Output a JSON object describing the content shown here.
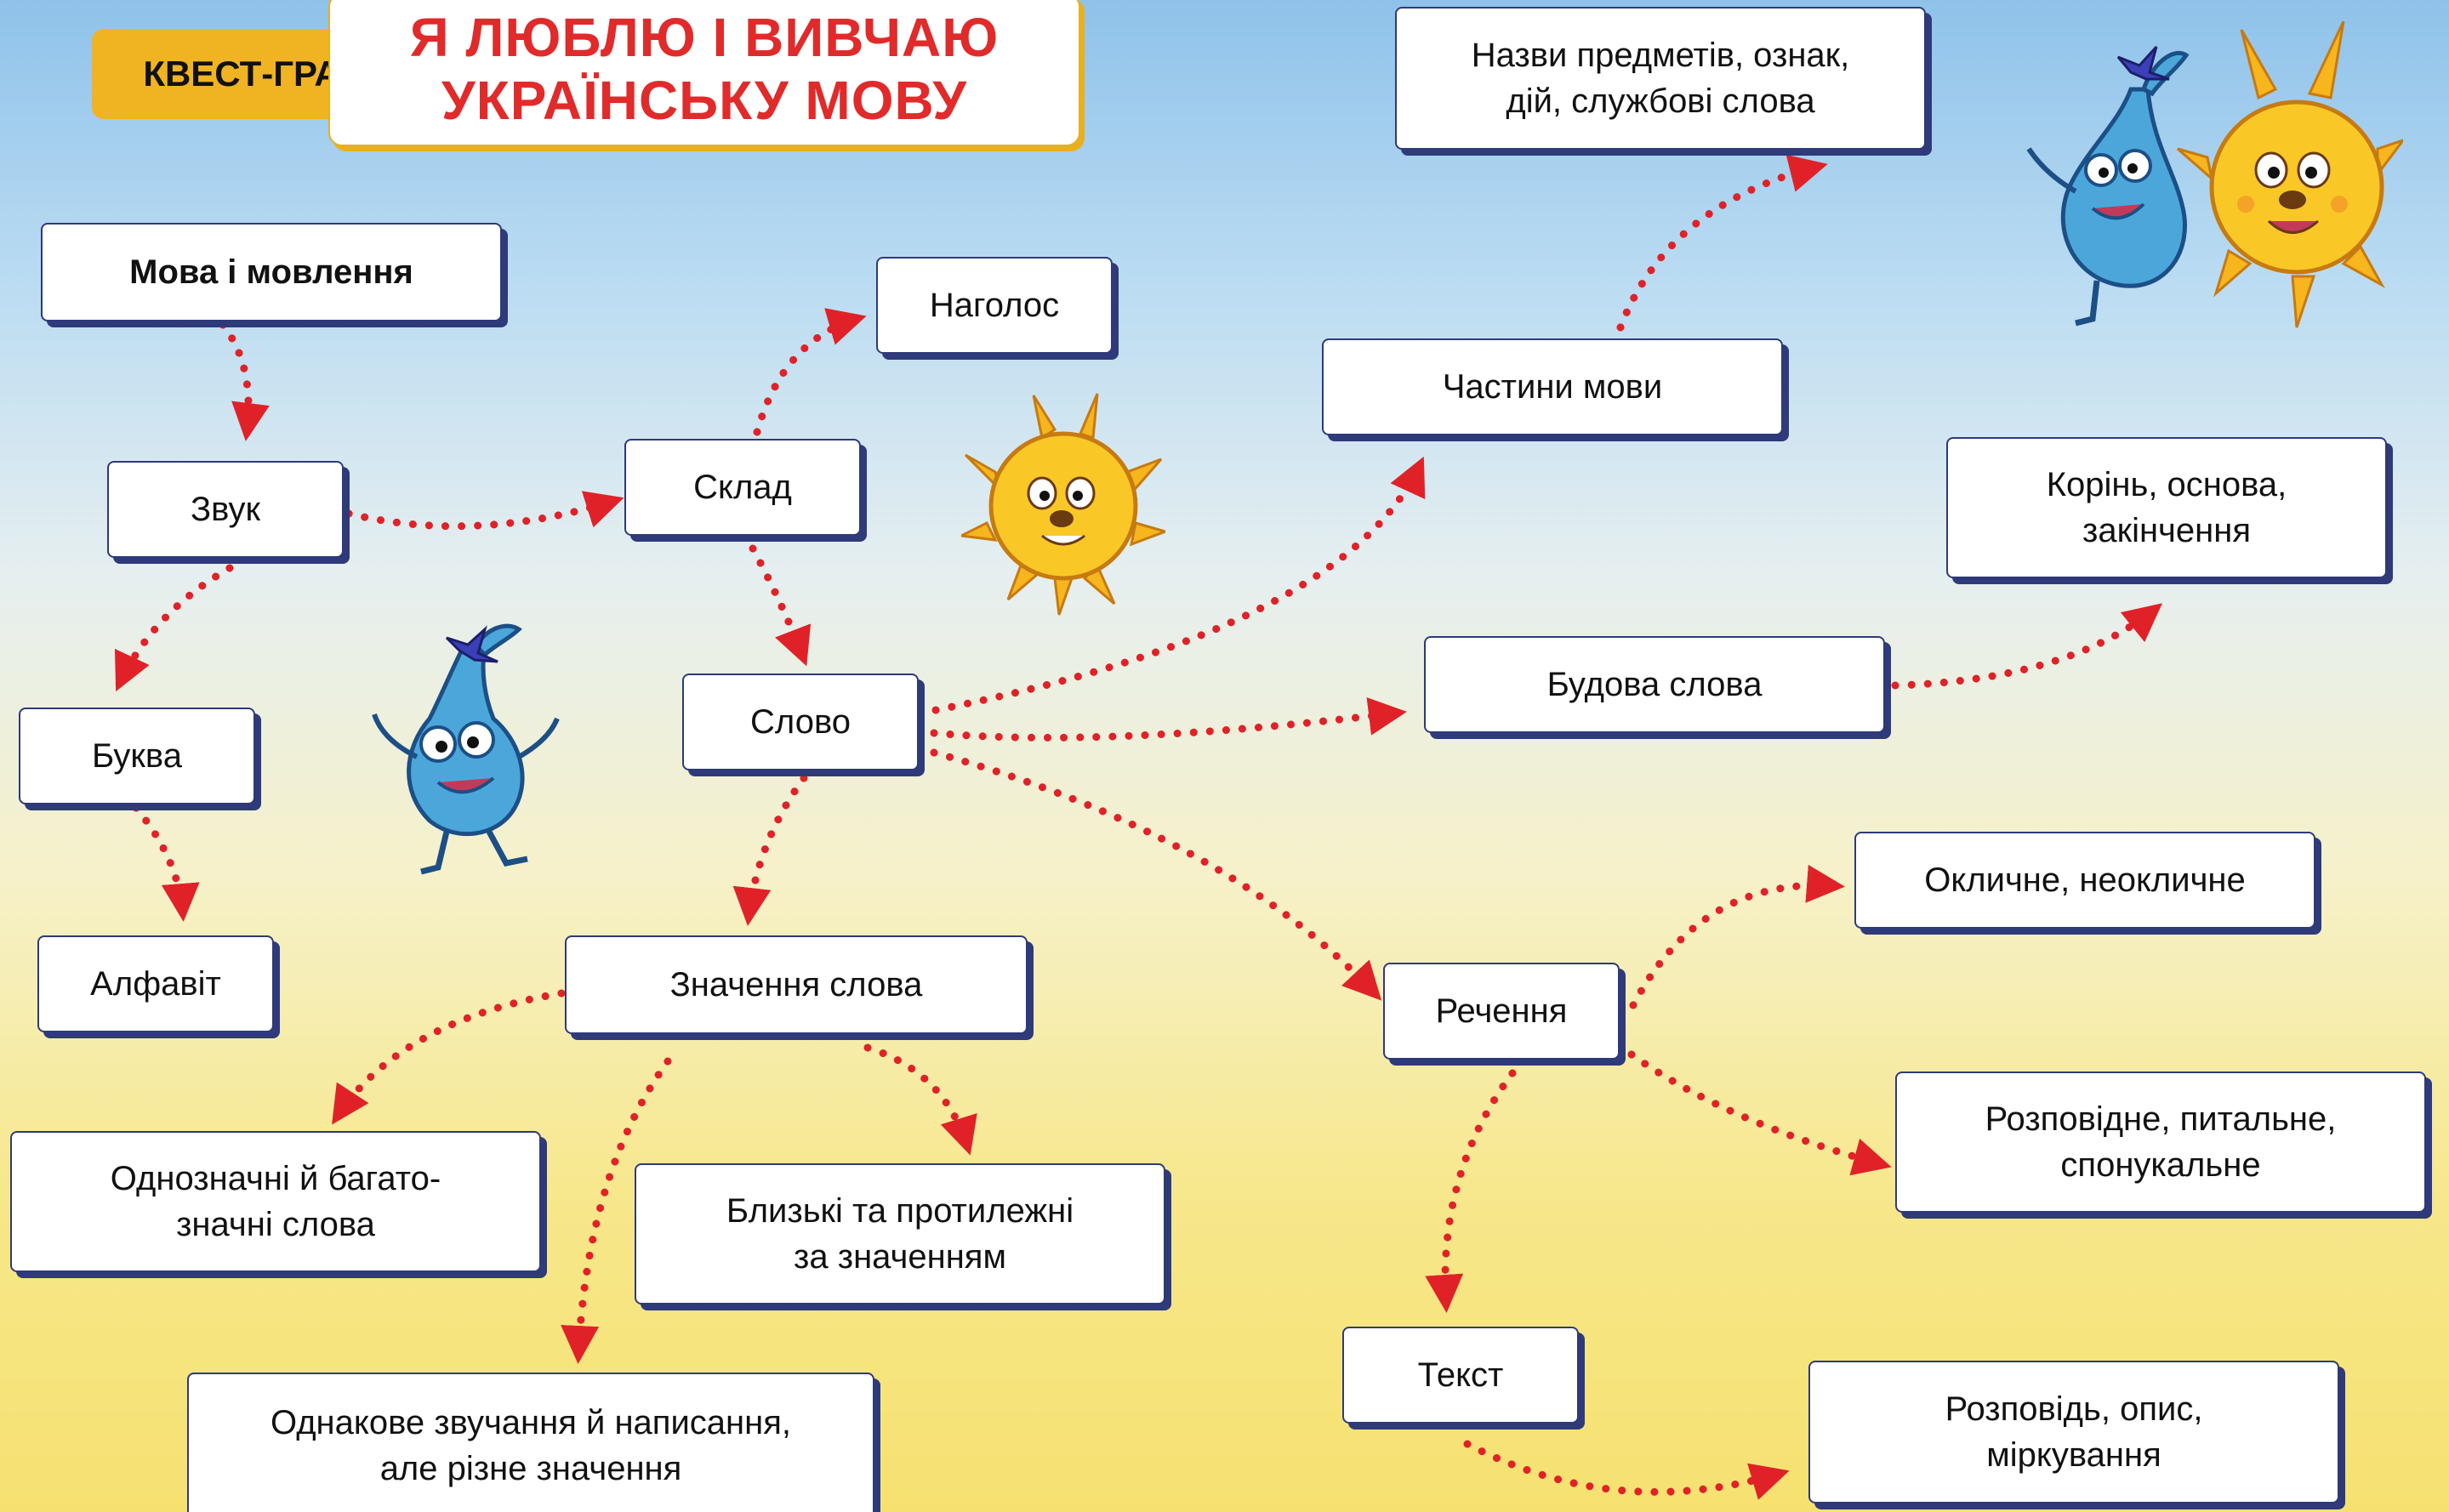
{
  "header": {
    "badge": "КВЕСТ-ГРА",
    "title_line1": "Я ЛЮБЛЮ  І  ВИВЧАЮ",
    "title_line2": "УКРАЇНСЬКУ  МОВУ"
  },
  "nodes": {
    "mova": "Мова і мовлення",
    "zvuk": "Звук",
    "bukva": "Буква",
    "alfavit": "Алфавіт",
    "sklad": "Склад",
    "nagolos": "Наголос",
    "slovo": "Слово",
    "znachennia": "Значення слова",
    "odnoznachni": "Однозначні й багато-\nзначні слова",
    "blyzki": "Близькі та протилежні\nза значенням",
    "odnakove": "Однакове звучання й написання,\nале різне значення",
    "chastyny": "Частини мови",
    "nazvy": "Назви предметів, ознак,\nдій, службові слова",
    "budova": "Будова слова",
    "korin": "Корінь, основа,\nзакінчення",
    "rechennia": "Речення",
    "oklychne": "Окличне, неокличне",
    "rozpovidne": "Розповідне, питальне,\nспонукальне",
    "tekst": "Текст",
    "rozpovid": "Розповідь, опис,\nміркування"
  },
  "colors": {
    "arrow": "#e02228",
    "node_border": "#2e3a7a",
    "badge": "#f0b322",
    "title": "#e12a2a"
  },
  "mascots": [
    "water-drop-mascot",
    "sun-mascot"
  ]
}
